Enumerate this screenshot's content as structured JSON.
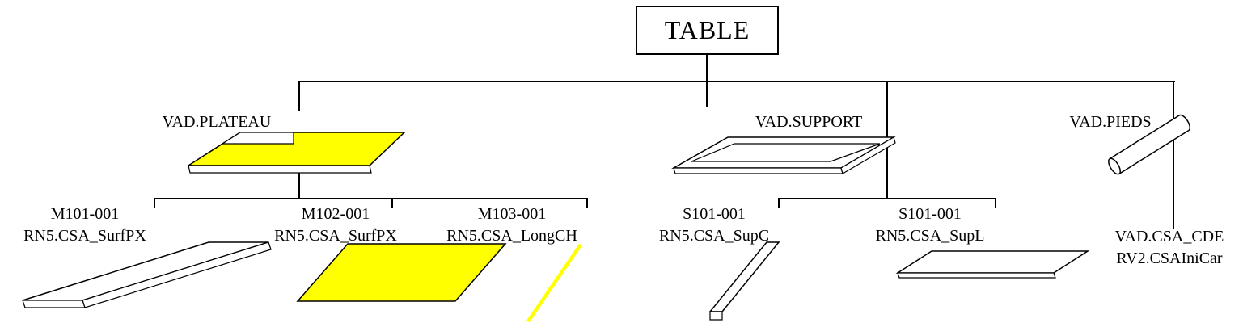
{
  "colors": {
    "highlight": "#ffff00",
    "line": "#000000",
    "background": "#ffffff"
  },
  "root": {
    "label": "TABLE"
  },
  "assemblies": {
    "plateau": {
      "label": "VAD.PLATEAU"
    },
    "support": {
      "label": "VAD.SUPPORT"
    },
    "pieds": {
      "label": "VAD.PIEDS"
    }
  },
  "parts": {
    "m101": {
      "ref": "M101-001",
      "name": "RN5.CSA_SurfPX"
    },
    "m102": {
      "ref": "M102-001",
      "name": "RN5.CSA_SurfPX"
    },
    "m103": {
      "ref": "M103-001",
      "name": "RN5.CSA_LongCH"
    },
    "s101c": {
      "ref": "S101-001",
      "name": "RN5.CSA_SupC"
    },
    "s101l": {
      "ref": "S101-001",
      "name": "RN5.CSA_SupL"
    },
    "cde": {
      "ref": "VAD.CSA_CDE",
      "name": "RV2.CSAIniCar"
    }
  },
  "hierarchy": {
    "TABLE": {
      "VAD.PLATEAU": [
        "M101-001 RN5.CSA_SurfPX",
        "M102-001 RN5.CSA_SurfPX",
        "M103-001 RN5.CSA_LongCH"
      ],
      "VAD.SUPPORT": [
        "S101-001 RN5.CSA_SupC",
        "S101-001 RN5.CSA_SupL"
      ],
      "VAD.PIEDS": [
        "VAD.CSA_CDE RV2.CSAIniCar"
      ]
    }
  }
}
